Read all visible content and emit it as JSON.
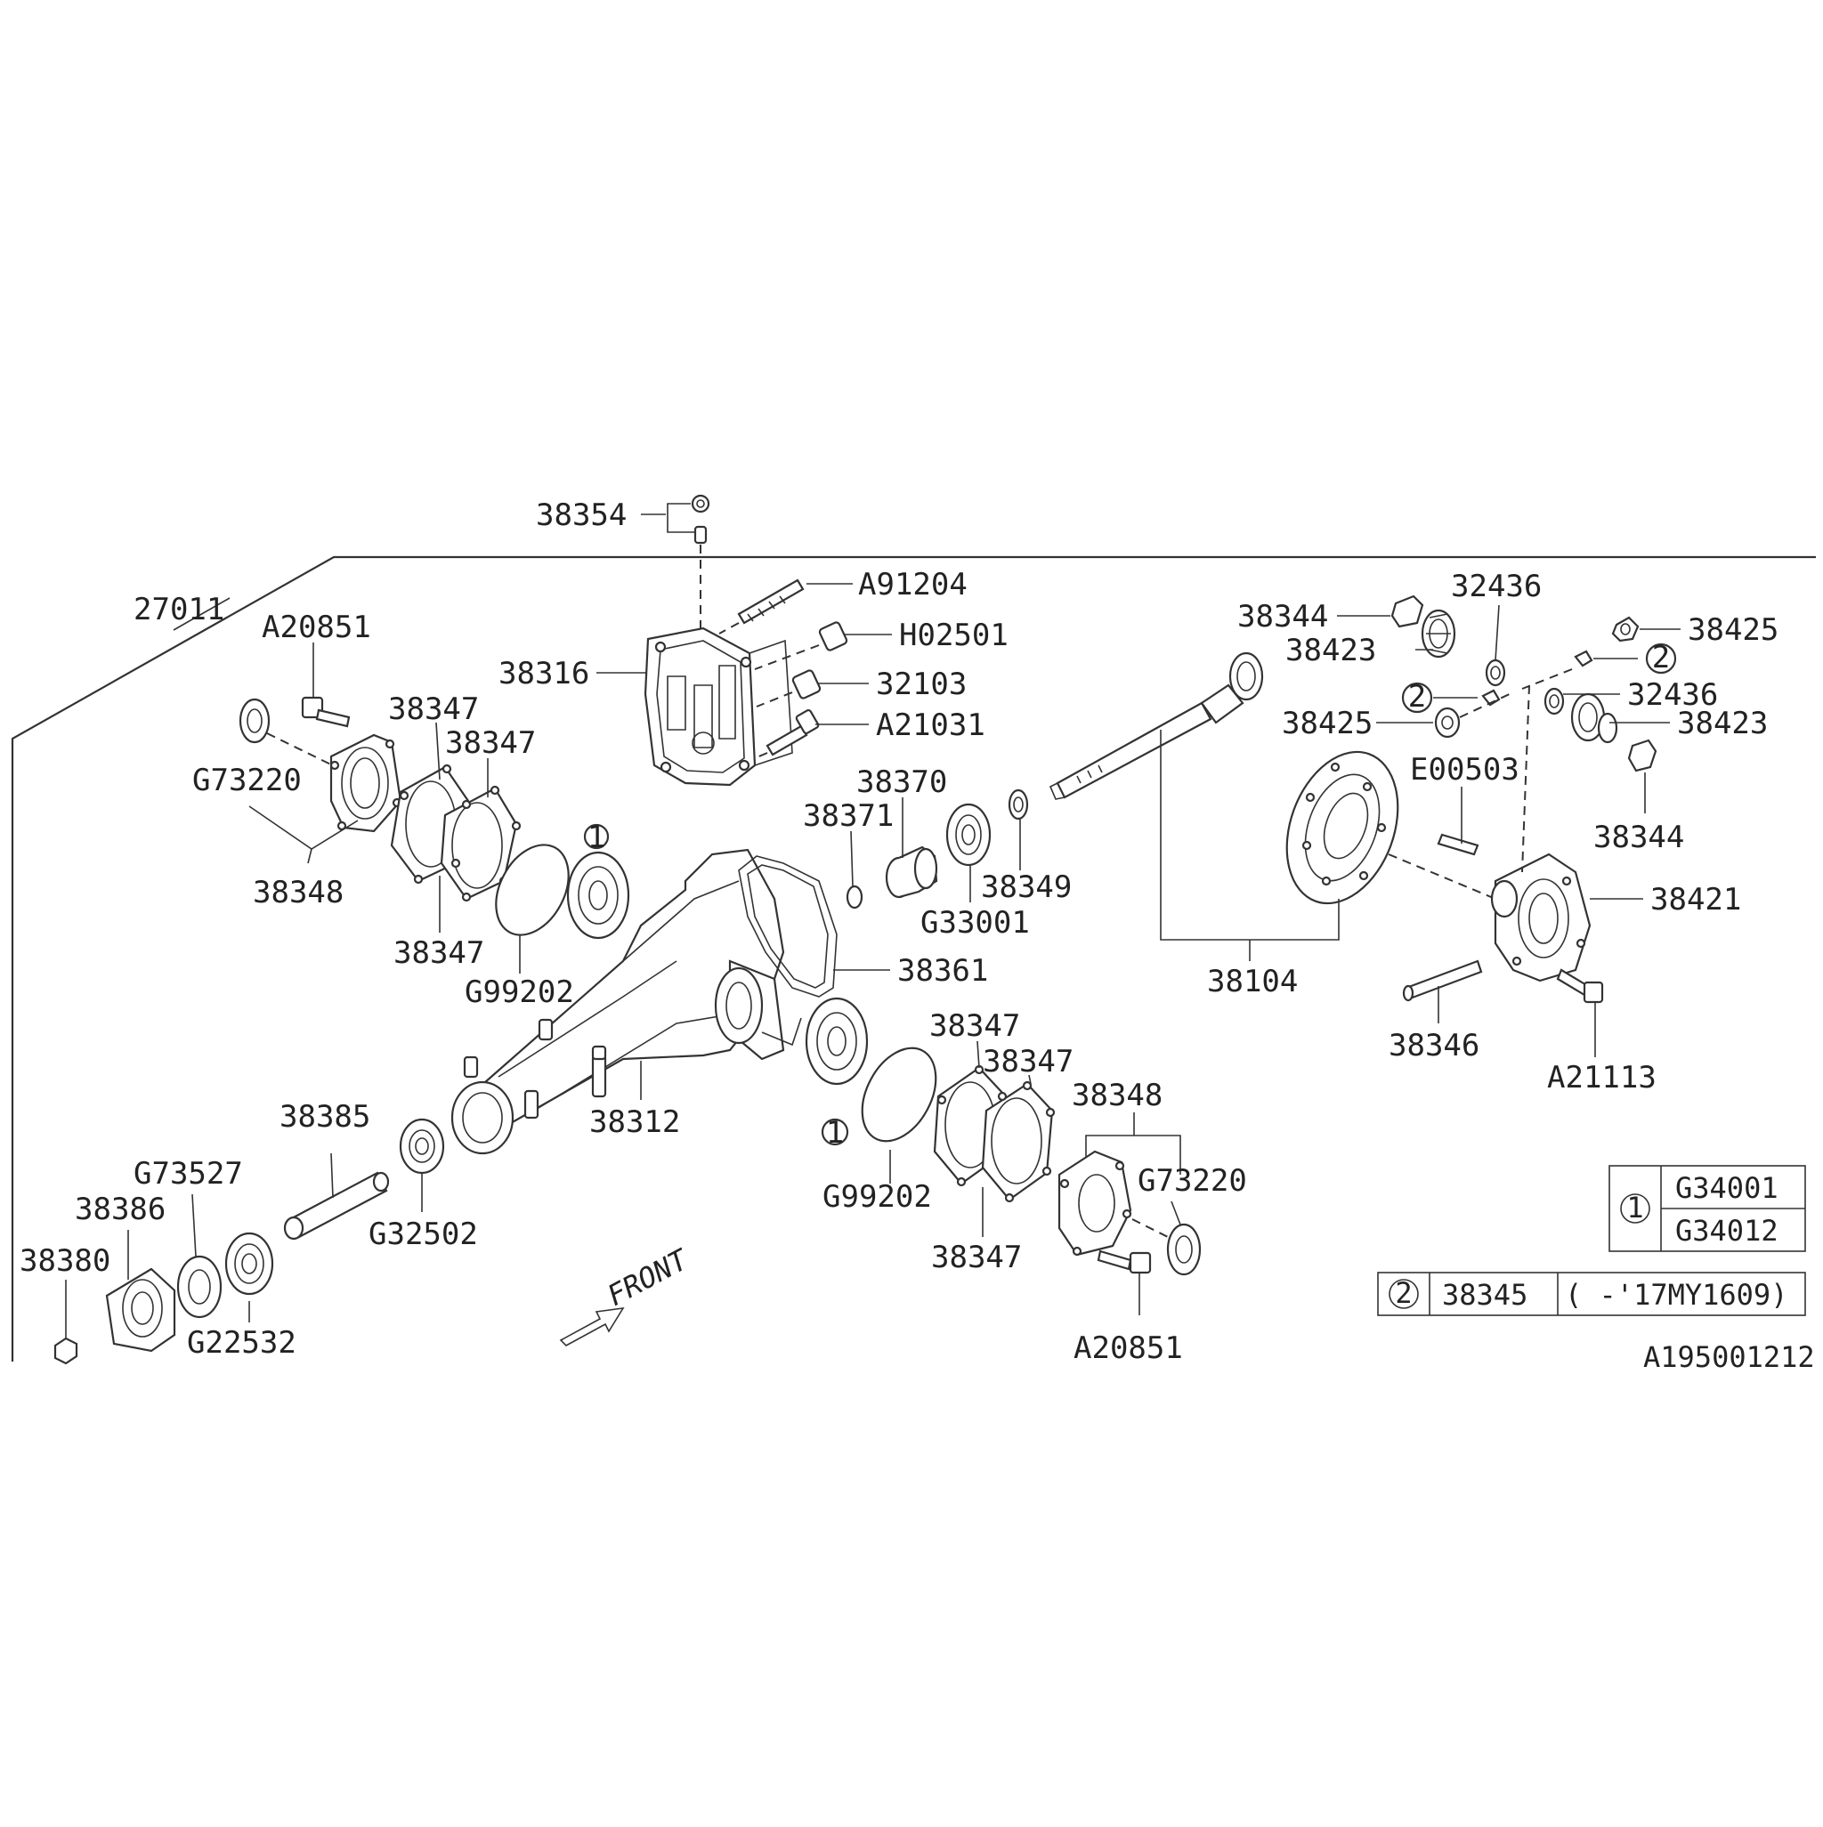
{
  "diagram_id": "A195001212",
  "front_label": "FRONT",
  "callout_marker_1": "1",
  "callout_marker_2": "2",
  "legend": {
    "marker_1": "1",
    "marker_1_parts": [
      "G34001",
      "G34012"
    ],
    "marker_2": "2",
    "marker_2_part": "38345",
    "marker_2_note": "(  -'17MY1609)"
  },
  "labels": {
    "l38354": "38354",
    "l27011": "27011",
    "lA91204": "A91204",
    "lH02501": "H02501",
    "l38316": "38316",
    "l32103": "32103",
    "lA21031": "A21031",
    "lA20851_top": "A20851",
    "l38347_a": "38347",
    "l38347_b": "38347",
    "lG73220_left": "G73220",
    "l38348_left": "38348",
    "l38347_c": "38347",
    "lG99202_left": "G99202",
    "l38371": "38371",
    "l38370": "38370",
    "lG33001": "G33001",
    "l38349": "38349",
    "l38361": "38361",
    "l38344_top": "38344",
    "l38423_top": "38423",
    "l32436_top": "32436",
    "l38425_right": "38425",
    "l38425_left": "38425",
    "l32436_mid": "32436",
    "l38423_mid": "38423",
    "lE00503": "E00503",
    "l38344_bot": "38344",
    "l38421": "38421",
    "l38104": "38104",
    "l38346": "38346",
    "lA21113": "A21113",
    "l38347_d": "38347",
    "l38347_e": "38347",
    "l38348_right": "38348",
    "lG73220_right": "G73220",
    "l38312": "38312",
    "l38385": "38385",
    "lG73527": "G73527",
    "l38386": "38386",
    "l38380": "38380",
    "lG32502": "G32502",
    "lG22532": "G22532",
    "lG99202_right": "G99202",
    "l38347_f": "38347",
    "lA20851_bot": "A20851"
  }
}
